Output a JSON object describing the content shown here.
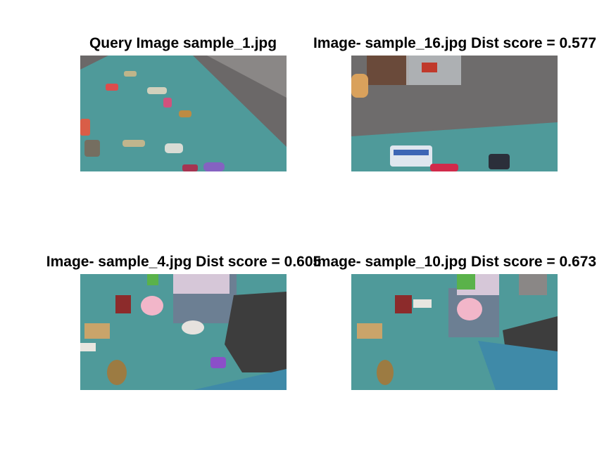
{
  "figure": {
    "panels": [
      {
        "title": "Query Image sample_1.jpg",
        "image_label": "query-image"
      },
      {
        "title": "Image- sample_16.jpg Dist score = 0.577",
        "image_label": "result-image-1"
      },
      {
        "title": "Image- sample_4.jpg Dist score = 0.605",
        "image_label": "result-image-2"
      },
      {
        "title": "Image- sample_10.jpg Dist score = 0.673",
        "image_label": "result-image-3"
      }
    ]
  },
  "colors": {
    "carpet_teal": "#4f9a9a",
    "floor_gray": "#6e6c6c",
    "background": "#ffffff"
  }
}
